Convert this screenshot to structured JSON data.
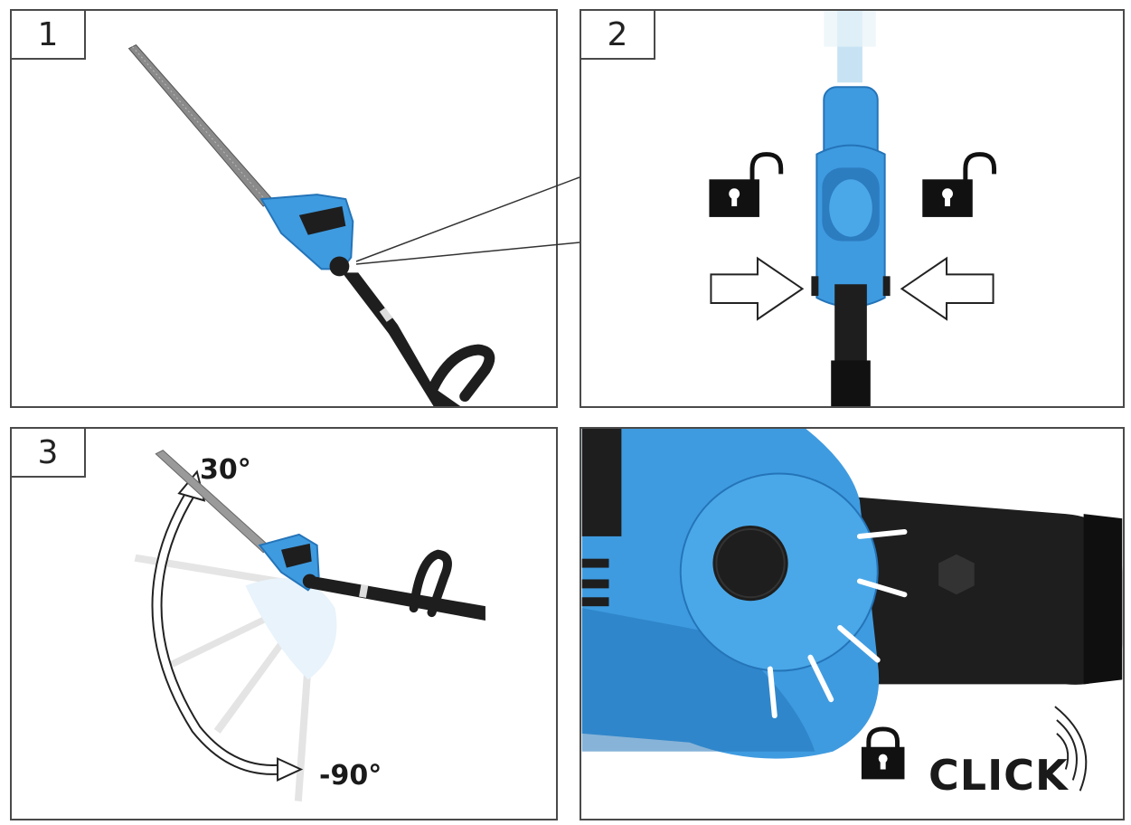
{
  "steps": [
    {
      "label": "1"
    },
    {
      "label": "2"
    },
    {
      "label": "3"
    }
  ],
  "angles": {
    "upper": "30°",
    "lower": "-90°"
  },
  "lock_text": "CLICK",
  "colors": {
    "tool_blue": "#3f9be0",
    "dark_blue": "#2474b8",
    "shaft": "#1e1e1e",
    "frame": "#4a4a4a",
    "lock": "#111111"
  },
  "icons": [
    "unlocked-padlock-icon",
    "unlocked-padlock-icon",
    "press-arrow-right-icon",
    "press-arrow-left-icon",
    "locked-padlock-icon",
    "sound-waves-icon",
    "rotation-arc-arrow-icon"
  ]
}
